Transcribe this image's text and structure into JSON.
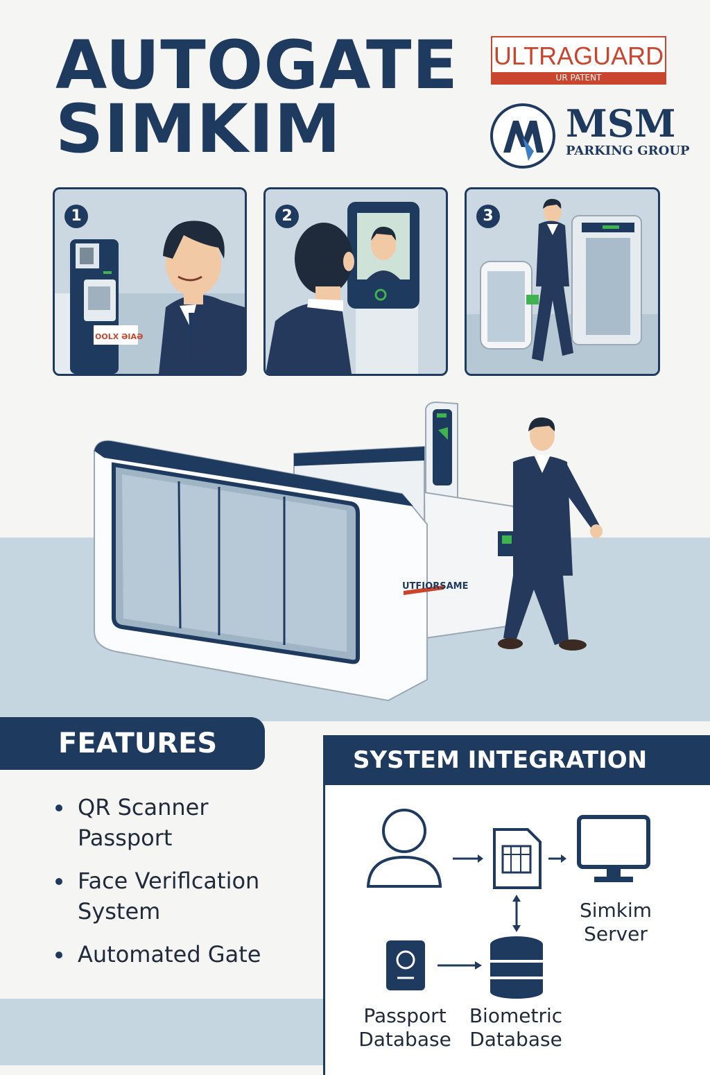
{
  "title": {
    "line1": "AUTOGATE",
    "line2": "SIMKIM"
  },
  "logos": {
    "ultraguard": {
      "name": "ULTRAGUARD",
      "tagline": "UR PATENT"
    },
    "msm": {
      "name": "MSM",
      "sub": "PARKING GROUP"
    }
  },
  "steps": [
    {
      "number": "1",
      "kiosk_label": "OOLX ƏIAƏ"
    },
    {
      "number": "2"
    },
    {
      "number": "3"
    }
  ],
  "hero": {
    "gate_brand": "UTFIORSAME"
  },
  "features": {
    "heading": "FEATURES",
    "items": [
      "QR Scanner Passport",
      "Face Veriflcation System",
      "Automated Gate"
    ]
  },
  "system_integration": {
    "heading": "SYSTEM INTEGRATION",
    "server_label_1": "Simkim",
    "server_label_2": "Server",
    "passport_db_1": "Passport",
    "passport_db_2": "Database",
    "biometric_db_1": "Biometric",
    "biometric_db_2": "Database"
  },
  "colors": {
    "navy": "#1f3a5f",
    "accent_red": "#c9452d",
    "light_blue": "#c6d6e0",
    "green": "#3fb34f"
  }
}
